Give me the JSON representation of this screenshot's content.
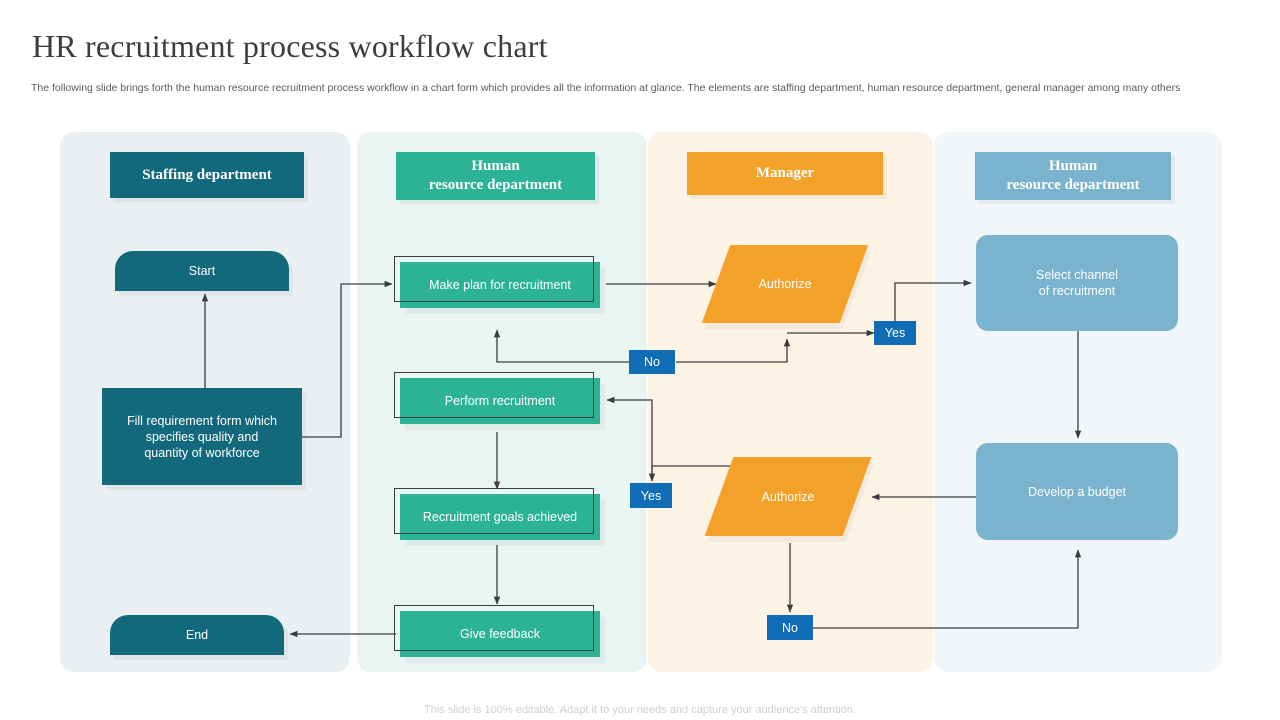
{
  "header": {
    "title": "HR recruitment process workflow chart",
    "subtitle": "The following slide brings forth the human resource recruitment process workflow in a chart form which provides all the information at glance. The elements are staffing department, human resource department, general manager among many others"
  },
  "footer": {
    "note": "This slide is 100% editable. Adapt it to your needs and capture your audience's attention."
  },
  "lanes": [
    {
      "id": "staffing",
      "label": "Staffing department",
      "color": "#13697c"
    },
    {
      "id": "hr-left",
      "label": "Human\nresource department",
      "color": "#2cb395"
    },
    {
      "id": "manager",
      "label": "Manager",
      "color": "#f4a129"
    },
    {
      "id": "hr-right",
      "label": "Human\nresource department",
      "color": "#79b3cd"
    }
  ],
  "lane_labels": {
    "staffing": "Staffing department",
    "hr_left_line1": "Human",
    "hr_left_line2": "resource department",
    "manager": "Manager",
    "hr_right_line1": "Human",
    "hr_right_line2": "resource department"
  },
  "nodes": {
    "start": "Start",
    "fill_form_line1": "Fill requirement form which",
    "fill_form_line2": "specifies quality and",
    "fill_form_line3": "quantity of workforce",
    "end": "End",
    "make_plan": "Make plan for recruitment",
    "perform_recruitment": "Perform recruitment",
    "goals_achieved": "Recruitment goals achieved",
    "give_feedback": "Give feedback",
    "authorize_top": "Authorize",
    "authorize_bottom": "Authorize",
    "select_channel_line1": "Select channel",
    "select_channel_line2": "of recruitment",
    "develop_budget": "Develop a budget"
  },
  "decisions": {
    "yes_top": "Yes",
    "no_top": "No",
    "yes_bottom": "Yes",
    "no_bottom": "No"
  },
  "colors": {
    "teal": "#13697c",
    "green": "#2cb395",
    "orange": "#f4a129",
    "blue": "#79b3cd",
    "badge_blue": "#0f6cb5",
    "connector": "#3c3c3c"
  }
}
